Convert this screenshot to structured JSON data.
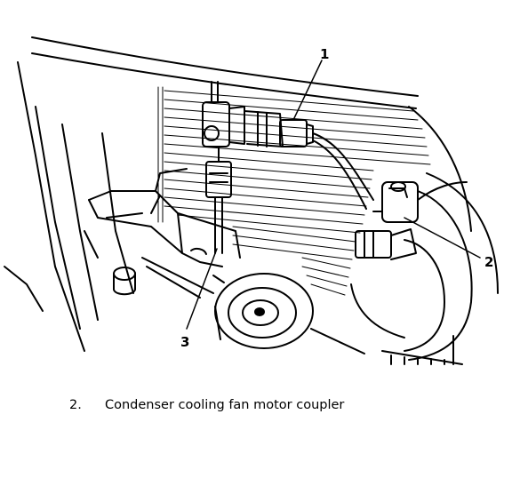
{
  "illustration": {
    "callouts": [
      "1",
      "2",
      "3"
    ]
  },
  "caption": {
    "number": "2.",
    "text": "Condenser cooling fan motor coupler"
  }
}
